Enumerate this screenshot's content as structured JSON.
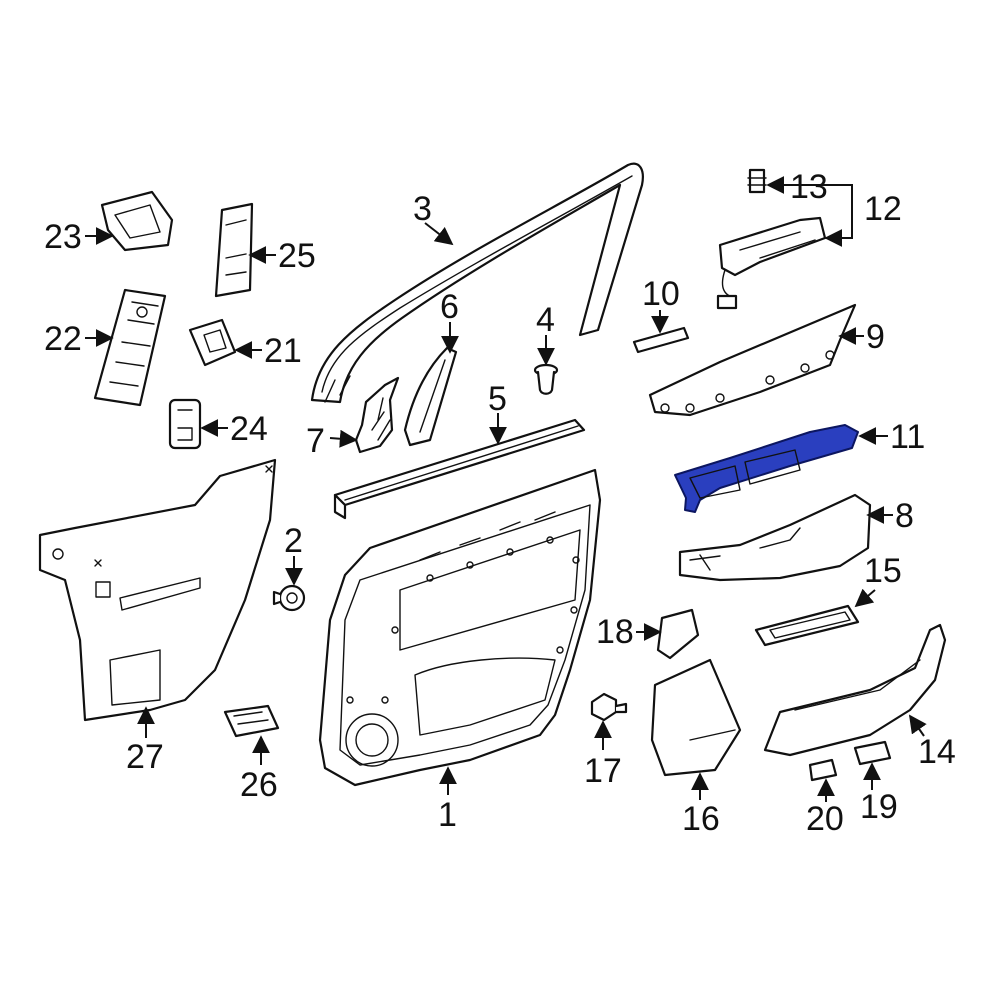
{
  "diagram": {
    "highlight_color": "#2a3fbf",
    "highlighted_part": "11",
    "callouts": [
      {
        "id": "c1",
        "label": "1"
      },
      {
        "id": "c2",
        "label": "2"
      },
      {
        "id": "c3",
        "label": "3"
      },
      {
        "id": "c4",
        "label": "4"
      },
      {
        "id": "c5",
        "label": "5"
      },
      {
        "id": "c6",
        "label": "6"
      },
      {
        "id": "c7",
        "label": "7"
      },
      {
        "id": "c8",
        "label": "8"
      },
      {
        "id": "c9",
        "label": "9"
      },
      {
        "id": "c10",
        "label": "10"
      },
      {
        "id": "c11",
        "label": "11"
      },
      {
        "id": "c12",
        "label": "12"
      },
      {
        "id": "c13",
        "label": "13"
      },
      {
        "id": "c14",
        "label": "14"
      },
      {
        "id": "c15",
        "label": "15"
      },
      {
        "id": "c16",
        "label": "16"
      },
      {
        "id": "c17",
        "label": "17"
      },
      {
        "id": "c18",
        "label": "18"
      },
      {
        "id": "c19",
        "label": "19"
      },
      {
        "id": "c20",
        "label": "20"
      },
      {
        "id": "c21",
        "label": "21"
      },
      {
        "id": "c22",
        "label": "22"
      },
      {
        "id": "c23",
        "label": "23"
      },
      {
        "id": "c24",
        "label": "24"
      },
      {
        "id": "c25",
        "label": "25"
      },
      {
        "id": "c26",
        "label": "26"
      },
      {
        "id": "c27",
        "label": "27"
      }
    ]
  }
}
